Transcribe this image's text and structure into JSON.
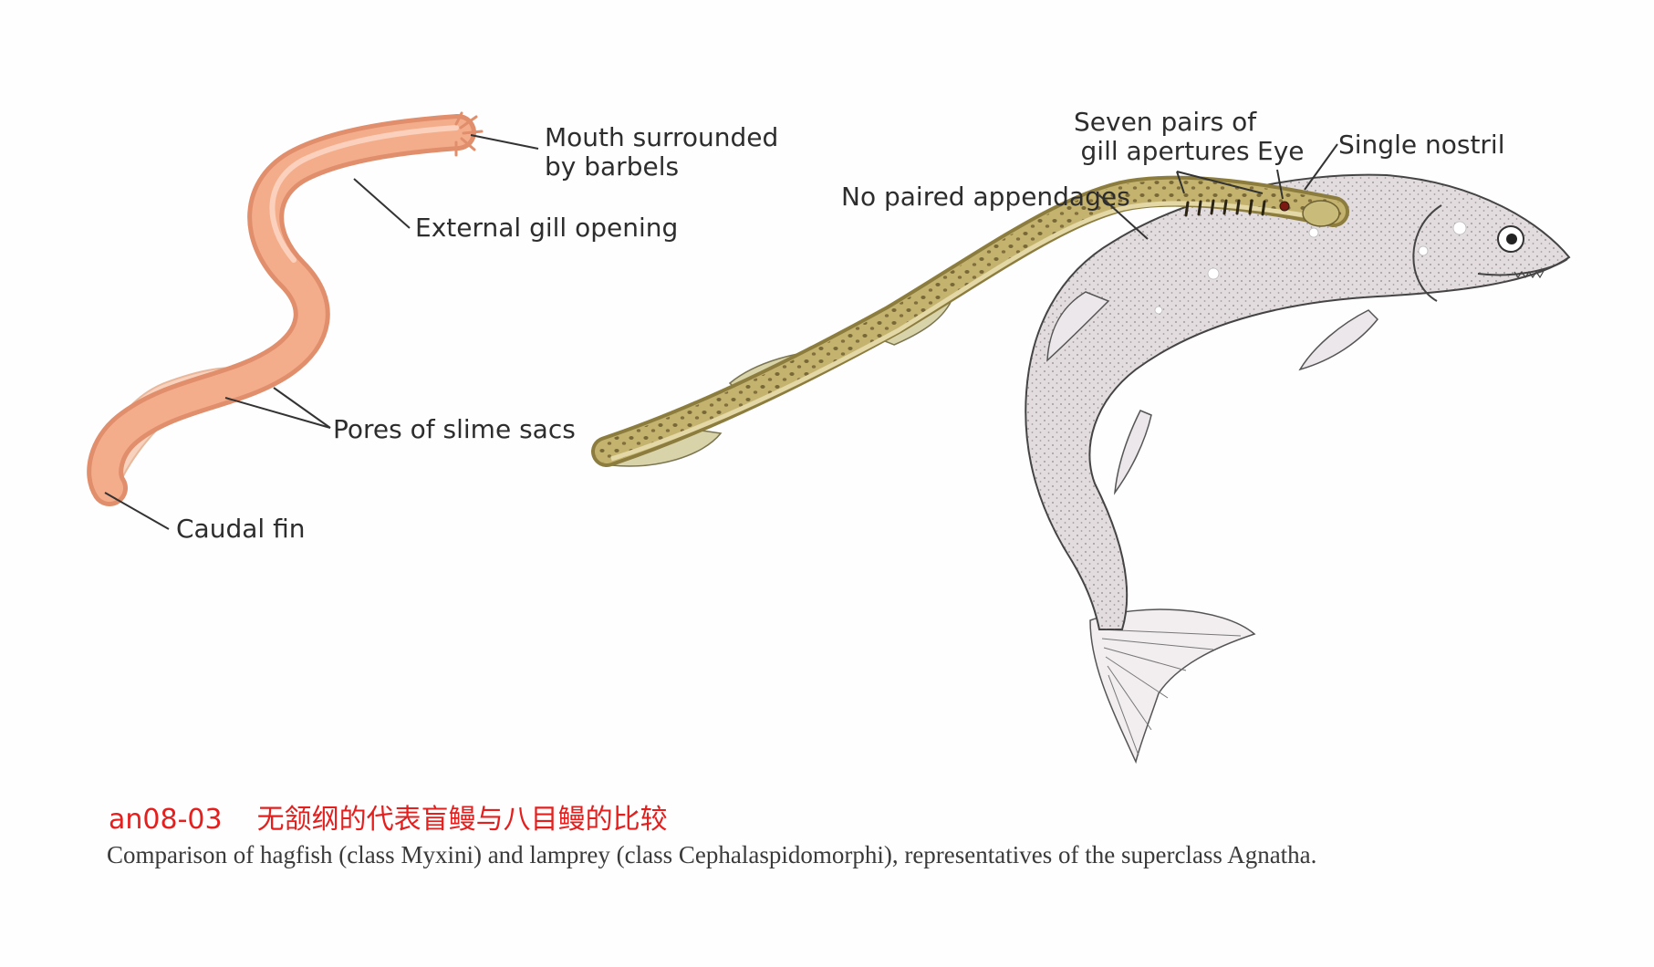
{
  "hagfish_labels": {
    "mouth": "Mouth surrounded",
    "mouth_line2": "by barbels",
    "gill": "External gill opening",
    "pores": "Pores of slime sacs",
    "caudal": "Caudal fin"
  },
  "lamprey_labels": {
    "gill_apertures": "Seven pairs of",
    "gill_apertures_line2": "gill apertures",
    "eye": "Eye",
    "nostril": "Single nostril",
    "no_paired": "No paired appendages"
  },
  "caption": {
    "code": "an08-03",
    "chinese": "无颔纲的代表盲鳗与八目鳗的比较",
    "english": "Comparison of hagfish (class Myxini) and lamprey (class Cephalaspidomorphi), representatives of the superclass Agnatha."
  },
  "colors": {
    "hagfish_body": "#f2a37f",
    "lamprey_body": "#b9a866",
    "host_fish": "#d9d2d4",
    "caption_red": "#e4201f"
  }
}
